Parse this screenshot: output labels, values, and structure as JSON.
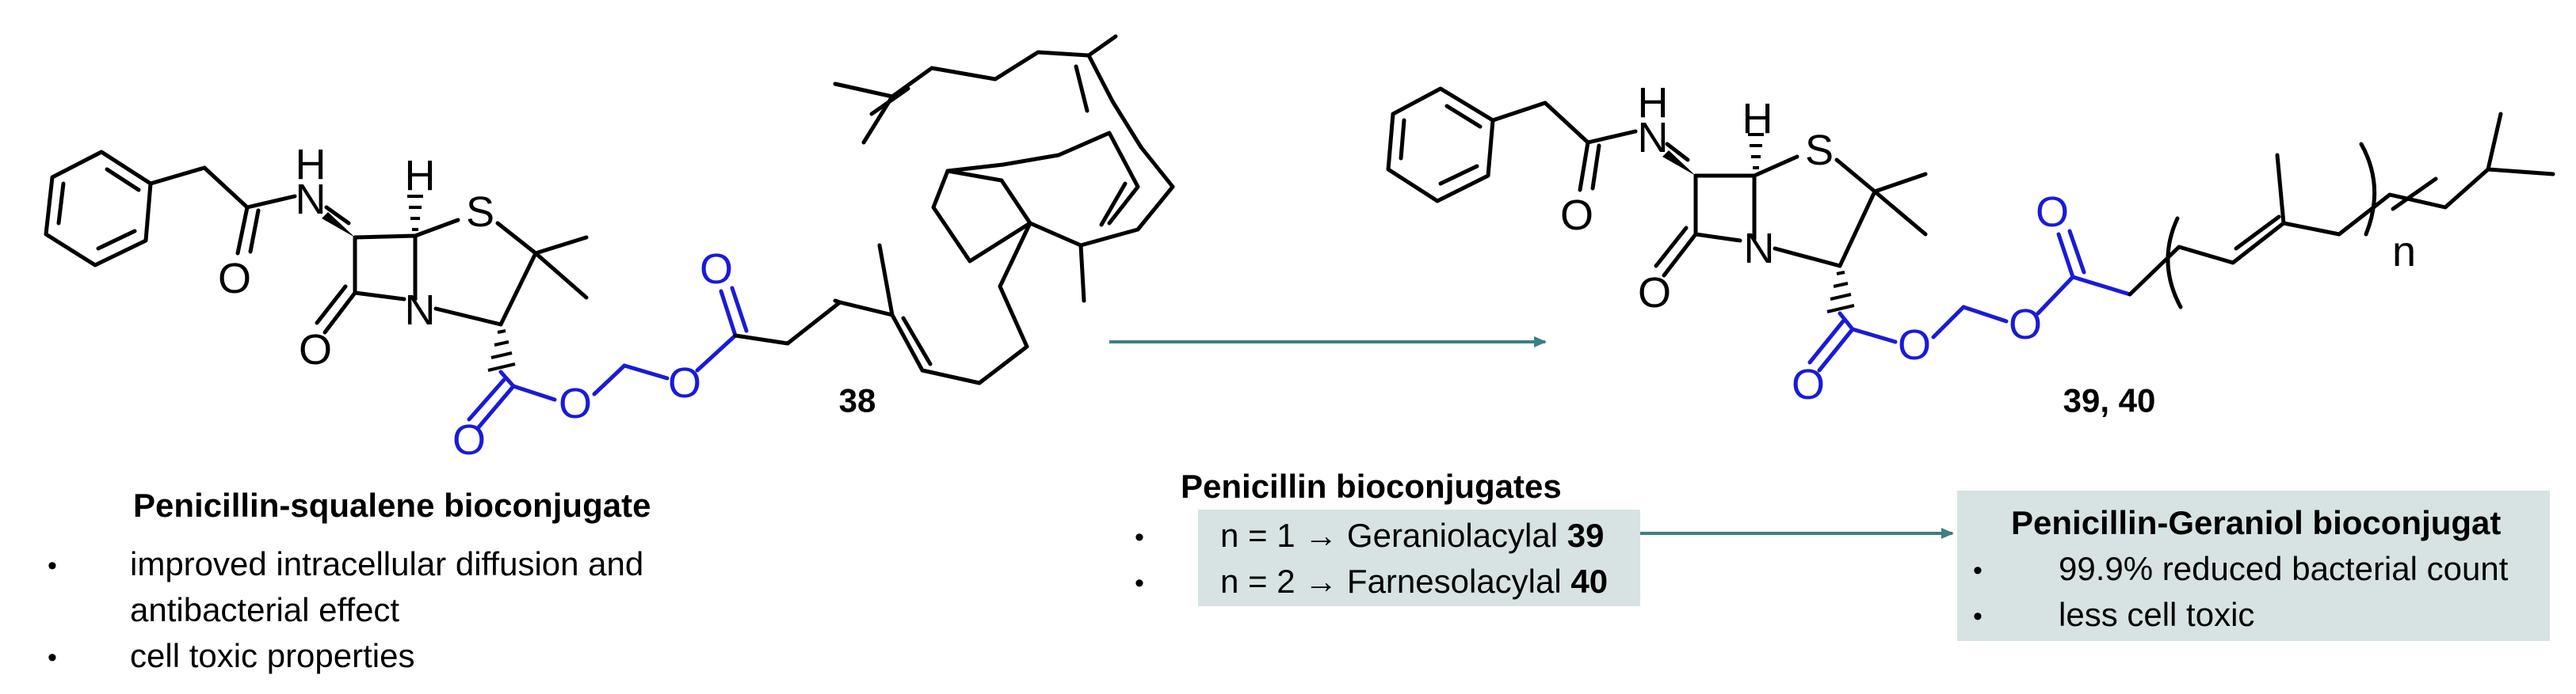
{
  "left": {
    "compound_number": "38",
    "title": "Penicillin-squalene bioconjugate",
    "bullets": [
      "improved intracellular diffusion and",
      "antibacterial effect",
      "cell toxic properties"
    ],
    "bullet_symbol": "•"
  },
  "middle": {
    "title": "Penicillin bioconjugates",
    "items": [
      {
        "prefix": "n = 1 → Geraniolacylal ",
        "number": "39"
      },
      {
        "prefix": "n = 2 → Farnesolacylal ",
        "number": "40"
      }
    ]
  },
  "right": {
    "compound_number": "39, 40",
    "box_title": "Penicillin-Geraniol bioconjugat",
    "bullets": [
      "99.9% reduced bacterial count",
      "less cell toxic"
    ],
    "repeat_label": "n"
  },
  "atoms": {
    "N": "N",
    "H": "H",
    "O": "O",
    "S": "S"
  },
  "colors": {
    "linker": "#1a1ad8",
    "arrow": "#3f7f7f",
    "box": "#d6e3e2"
  }
}
